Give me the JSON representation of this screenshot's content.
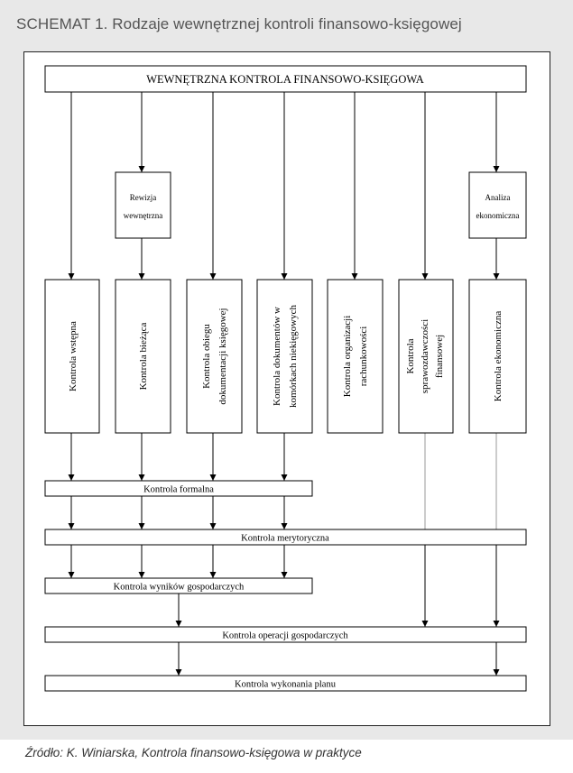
{
  "page": {
    "title": "SCHEMAT 1. Rodzaje wewnętrznej kontroli finansowo-księgowej",
    "source": "Źródło: K. Winiarska, Kontrola finansowo-księgowa w praktyce"
  },
  "colors": {
    "panel_background": "#e8e8e8",
    "frame_border": "#222222",
    "box_stroke": "#000000",
    "line_gray": "#9a9a9a"
  },
  "diagram": {
    "top_box": "WEWNĘTRZNA KONTROLA FINANSOWO-KSIĘGOWA",
    "intermediate": [
      {
        "id": "rewizja",
        "lines": [
          "Rewizja",
          "wewnętrzna"
        ]
      },
      {
        "id": "analiza",
        "lines": [
          "Analiza",
          "ekonomiczna"
        ]
      }
    ],
    "vertical_boxes": [
      {
        "id": "wstepna",
        "lines": [
          "Kontrola wstępna"
        ]
      },
      {
        "id": "biezaca",
        "lines": [
          "Kontrola bieżąca"
        ]
      },
      {
        "id": "obiegu",
        "lines": [
          "Kontrola obiegu",
          "dokumentacji księgowej"
        ]
      },
      {
        "id": "dokumentow",
        "lines": [
          "Kontrola dokumentów w",
          "komórkach niekięgowych"
        ]
      },
      {
        "id": "organizacji",
        "lines": [
          "Kontrola organizacji",
          "rachunkowości"
        ]
      },
      {
        "id": "sprawozdawczosci",
        "lines": [
          "Kontrola",
          "sprawozdawczości",
          "finansowej"
        ]
      },
      {
        "id": "ekonomiczna",
        "lines": [
          "Kontrola ekonomiczna"
        ]
      }
    ],
    "bars": [
      {
        "id": "formalna",
        "label": "Kontrola formalna"
      },
      {
        "id": "merytoryczna",
        "label": "Kontrola merytoryczna"
      },
      {
        "id": "wynikow",
        "label": "Kontrola wyników gospodarczych"
      },
      {
        "id": "operacji",
        "label": "Kontrola operacji gospodarczych"
      },
      {
        "id": "planu",
        "label": "Kontrola wykonania planu"
      }
    ]
  }
}
